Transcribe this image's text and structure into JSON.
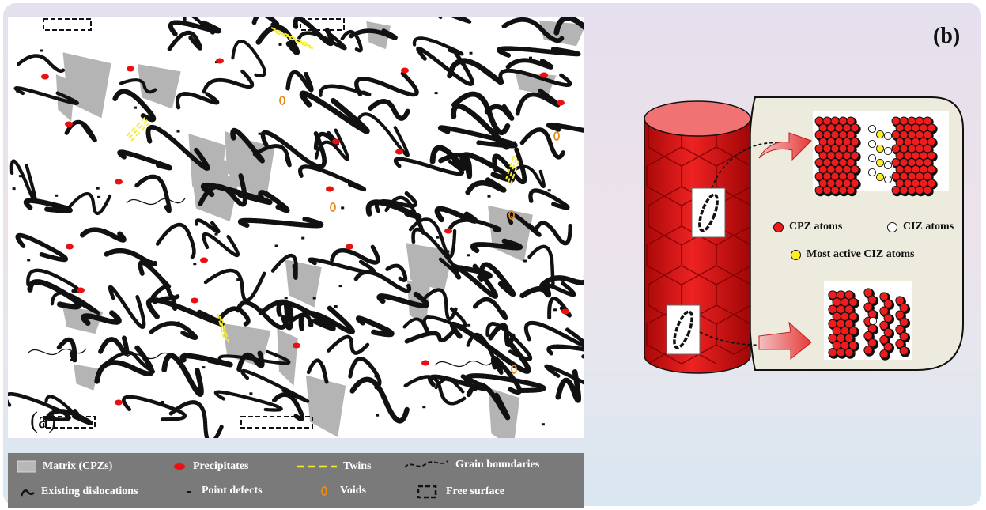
{
  "panels": {
    "a_label": "(a)",
    "b_label": "(b)"
  },
  "legend": {
    "matrix": "Matrix (CPZs)",
    "precipitates": "Precipitates",
    "twins": "Twins",
    "grain_boundaries": "Grain boundaries",
    "existing_dislocations": "Existing dislocations",
    "point_defects": "Point defects",
    "voids": "Voids",
    "free_surface": "Free surface"
  },
  "atoms_legend": {
    "cpz": "CPZ atoms",
    "ciz": "CIZ atoms",
    "most_active": "Most active CIZ atoms"
  },
  "colors": {
    "cpz_atom": "#ee1c1c",
    "ciz_atom": "#ffffff",
    "most_active_atom": "#ffee22",
    "precipitate": "#e81010",
    "twin": "#f5ee30",
    "void": "#e88a1a",
    "matrix": "#b4b4b4",
    "cylinder": "#e01818"
  }
}
